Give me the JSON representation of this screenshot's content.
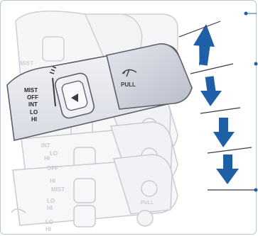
{
  "diagram": {
    "positions": [
      "MIST",
      "OFF",
      "INT",
      "LO",
      "HI"
    ],
    "pull_label": "PULL",
    "indicators": [
      {
        "direction": "up",
        "color": "#1f5fa8"
      },
      {
        "direction": "down",
        "color": "#1f5fa8"
      },
      {
        "direction": "down",
        "color": "#1f5fa8"
      },
      {
        "direction": "down",
        "color": "#1f5fa8"
      }
    ],
    "ghost_labels": [
      "MIST",
      "OFF",
      "INT",
      "LO",
      "HI",
      "HI",
      "MIST",
      "LO",
      "HI",
      "LO",
      "HI"
    ],
    "colors": {
      "accent": "#1f5fa8",
      "lever_fill": "#e8e9ef",
      "lever_stroke": "#5d5f68",
      "ghost_stroke": "#c9cbd1",
      "callout_dot": "#1f5fa8",
      "frame_border": "#b8c7d3"
    },
    "icons": [
      "wiper-icon",
      "windshield-washer-icon"
    ]
  }
}
